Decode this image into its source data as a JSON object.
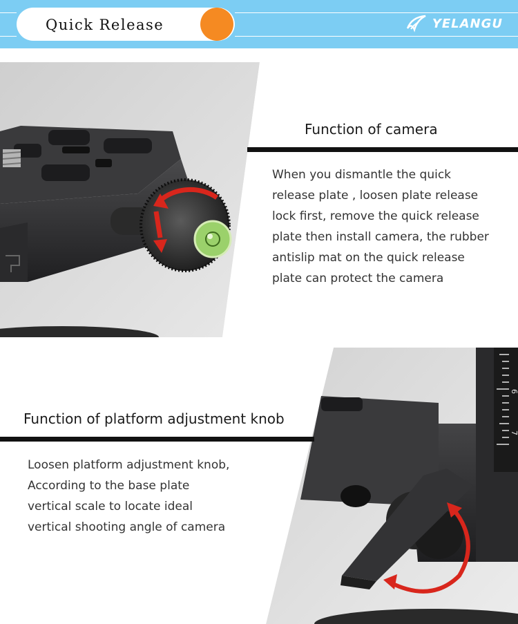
{
  "header": {
    "title": "Quick Release",
    "brand": "YELANGU",
    "colors": {
      "banner": "#7ccdf3",
      "accent": "#f58a22"
    }
  },
  "section1": {
    "title": "Function of camera",
    "lines": [
      "When you dismantle the quick",
      "release plate , loosen plate release",
      "lock first, remove the quick release",
      "plate then install camera, the rubber",
      "antislip mat on the quick release",
      "plate can protect the camera"
    ]
  },
  "section2": {
    "title": "Function of platform adjustment knob",
    "lines": [
      "Loosen platform adjustment knob,",
      "According to the base plate",
      "vertical scale to locate ideal",
      "vertical shooting angle of camera"
    ],
    "scale_marks": [
      "6",
      "7"
    ]
  },
  "icons": [
    "brand-logo-icon",
    "rotate-arrow-icon",
    "bubble-level-icon",
    "rotate-arrow-icon"
  ]
}
